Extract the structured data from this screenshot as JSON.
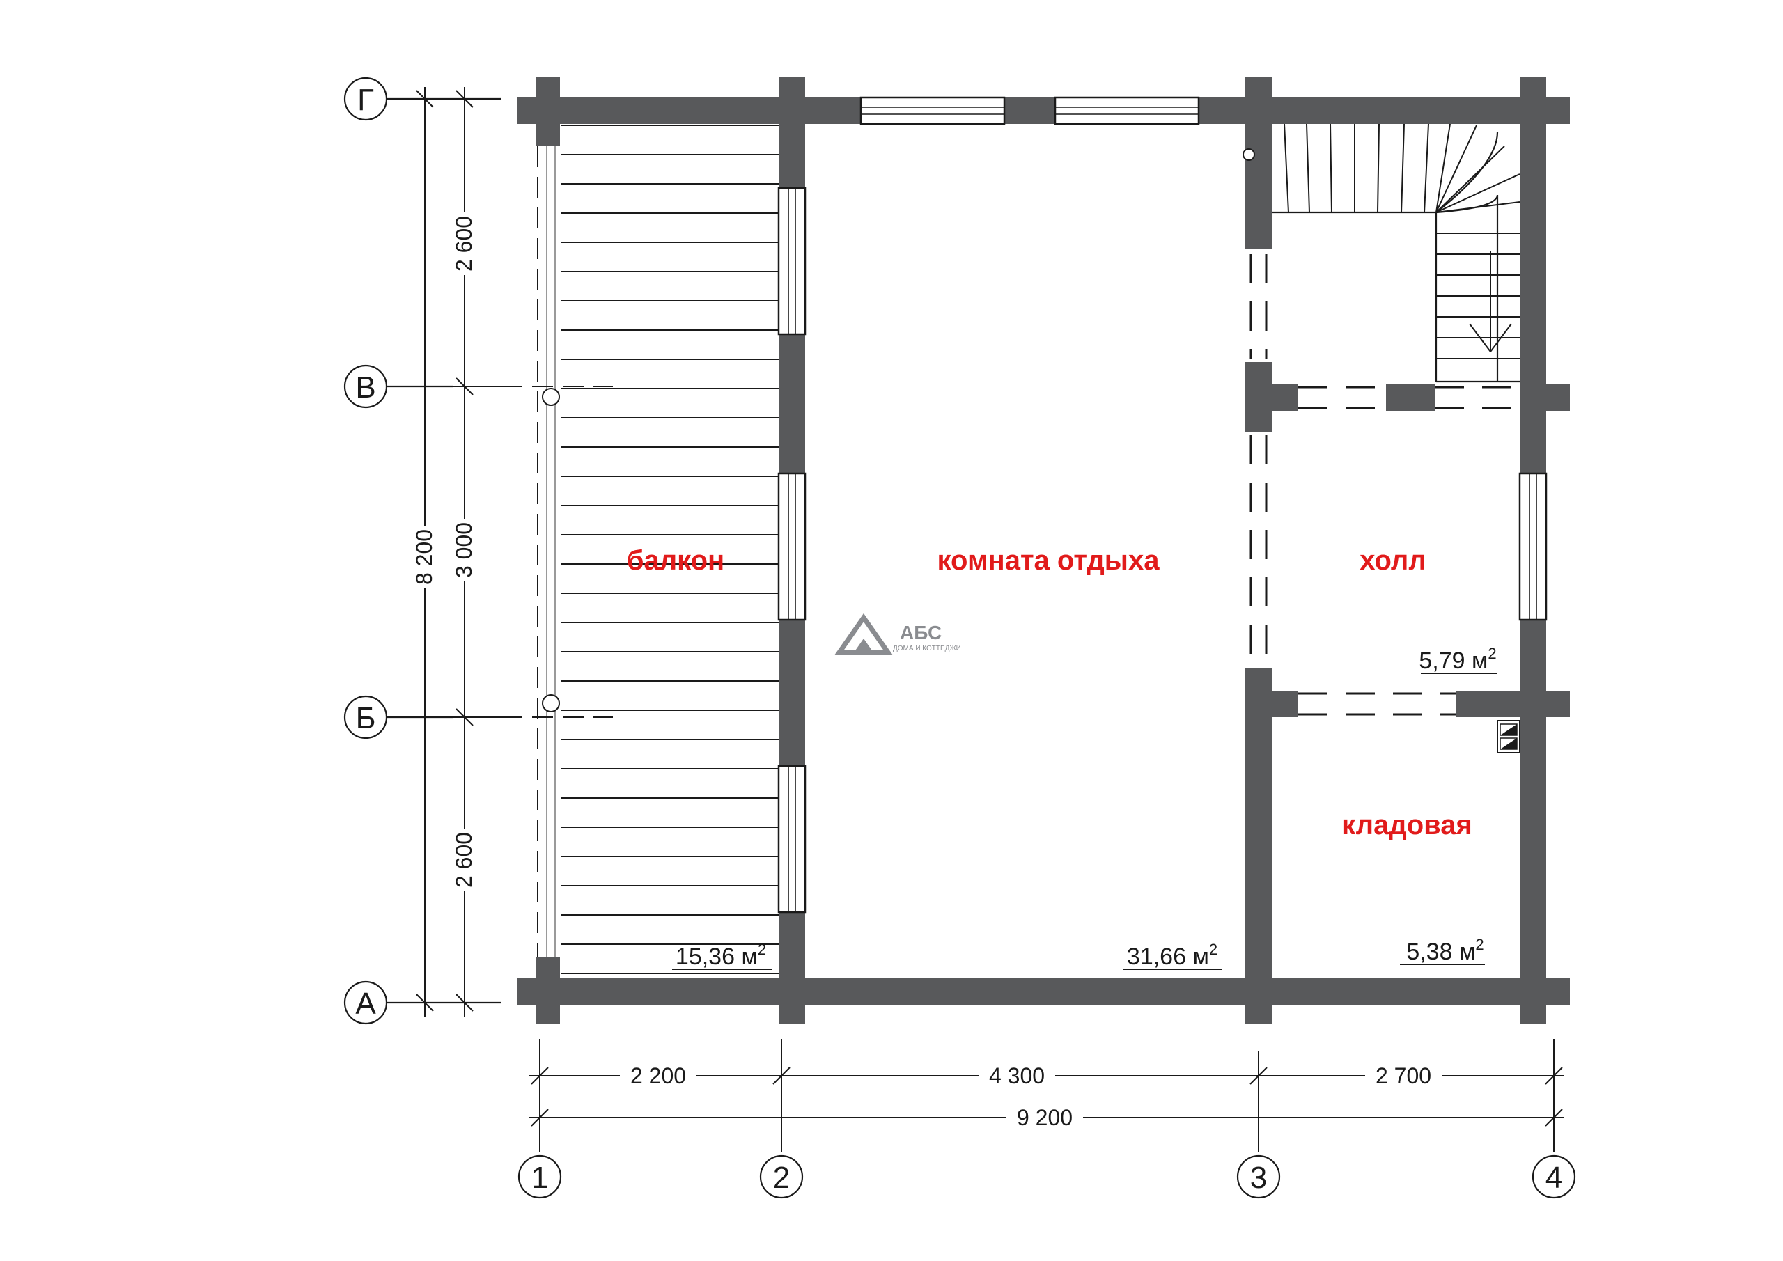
{
  "axes": {
    "rows": [
      "Г",
      "В",
      "Б",
      "А"
    ],
    "cols": [
      "1",
      "2",
      "3",
      "4"
    ]
  },
  "dimensions": {
    "left_total": "8 200",
    "left_top": "2 600",
    "left_mid": "3 000",
    "left_bot": "2 600",
    "bottom_a": "2 200",
    "bottom_b": "4 300",
    "bottom_c": "2 700",
    "bottom_total": "9 200"
  },
  "rooms": {
    "balcony": {
      "name": "балкон",
      "area": "15,36 м",
      "unit_exp": "2"
    },
    "rest_room": {
      "name": "комната отдыха",
      "area": "31,66 м",
      "unit_exp": "2"
    },
    "hall": {
      "name": "холл",
      "area": "5,79 м",
      "unit_exp": "2"
    },
    "storage": {
      "name": "кладовая",
      "area": "5,38 м",
      "unit_exp": "2"
    }
  },
  "logo": {
    "title": "АБС",
    "subtitle": "ДОМА И КОТТЕДЖИ"
  },
  "colors": {
    "wall": "#58595b",
    "room_label": "#e11b1b",
    "line": "#1a1a1a"
  }
}
